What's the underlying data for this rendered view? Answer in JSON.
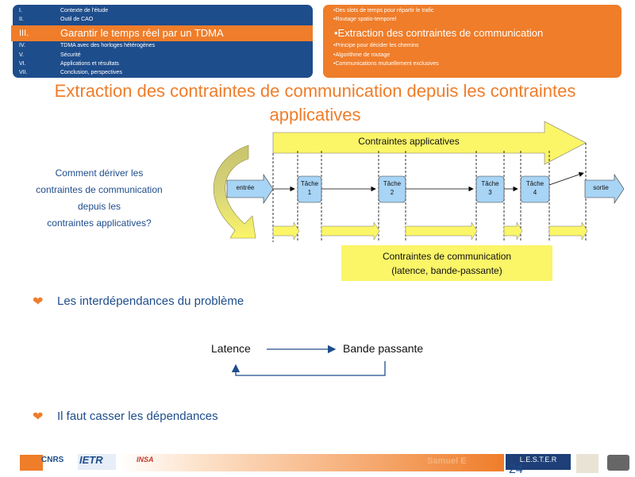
{
  "outline": {
    "items": [
      {
        "num": "I.",
        "label": "Contexte de l'étude"
      },
      {
        "num": "II.",
        "label": "Outil de CAO"
      },
      {
        "num": "III.",
        "label": "Garantir le temps réel par un TDMA"
      },
      {
        "num": "IV.",
        "label": "TDMA avec des horloges hétérogènes"
      },
      {
        "num": "V.",
        "label": "Sécurité"
      },
      {
        "num": "VI.",
        "label": "Applications et résultats"
      },
      {
        "num": "VII.",
        "label": "Conclusion, perspectives"
      }
    ],
    "active_index": 2
  },
  "suboutline": {
    "items": [
      "•Des slots de temps pour répartir le trafic",
      "•Routage spatio-temporel",
      "•Extraction des contraintes de communication",
      "•Principe pour décider les chemins",
      "•Algorithme de routage",
      "•Communications mutuellement exclusives"
    ],
    "active_index": 2
  },
  "title": "Extraction des contraintes de communication depuis les contraintes applicatives",
  "question": {
    "lines": [
      "Comment dériver les",
      "contraintes de communication depuis les",
      "contraintes applicatives?"
    ]
  },
  "diagram": {
    "app_constraints_label": "Contraintes applicatives",
    "comm_constraints_line1": "Contraintes de communication",
    "comm_constraints_line2": "(latence, bande-passante)",
    "input_label": "entrée",
    "output_label": "sortie",
    "tasks": [
      {
        "line1": "Tâche",
        "line2": "1"
      },
      {
        "line1": "Tâche",
        "line2": "2"
      },
      {
        "line1": "Tâche",
        "line2": "3"
      },
      {
        "line1": "Tâche",
        "line2": "4"
      }
    ]
  },
  "bullets": [
    "Les interdépendances du problème",
    "Il faut casser les dépendances"
  ],
  "dependency": {
    "left": "Latence",
    "right": "Bande passante"
  },
  "footer": {
    "author": "Samuel E",
    "page": "24",
    "logos": [
      "IETR",
      "INSA",
      "L.E.S.T.E.R"
    ]
  },
  "colors": {
    "orange": "#ef7d2a",
    "blue": "#1e4d8c",
    "yellow": "#fbf568",
    "task_blue": "#a8d4f5"
  }
}
